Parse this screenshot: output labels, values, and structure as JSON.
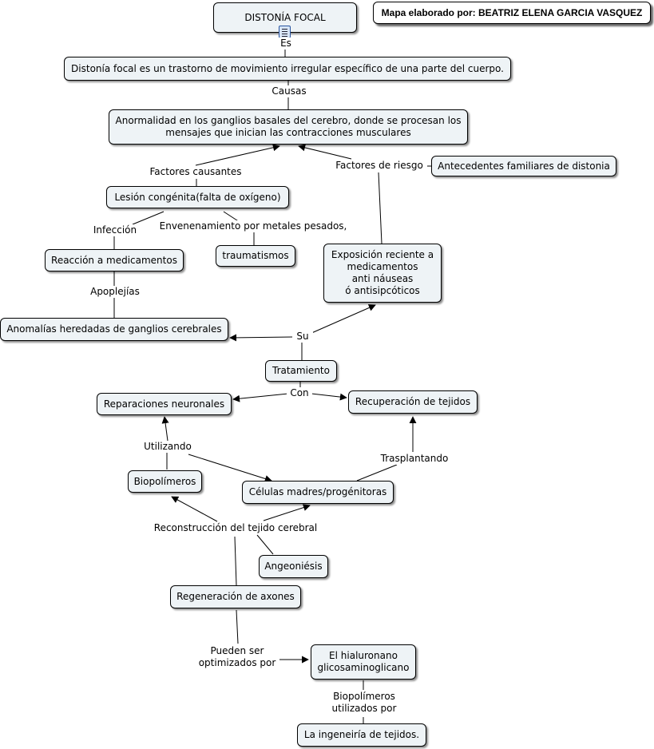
{
  "author": "Mapa elaborado por: BEATRIZ ELENA GARCIA VASQUEZ",
  "icon": "document-icon",
  "concepts": {
    "title": "DISTONÍA FOCAL",
    "definition": "Distonía focal es un trastorno de movimiento irregular específico de una parte del cuerpo.",
    "abnormality": "Anormalidad en los ganglios basales del cerebro, donde se procesan los\nmensajes que inician las contracciones musculares",
    "family_history": "Antecedentes familiares de distonia",
    "congenital": "Lesión congénita(falta de oxígeno)",
    "drug_reaction": "Reacción a medicamentos",
    "trauma": "traumatismos",
    "exposure": "Exposición reciente a\nmedicamentos\nanti náuseas\nó  antisipcóticos",
    "inherited": "Anomalías heredadas de ganglios cerebrales",
    "treatment": "Tratamiento",
    "neural_repair": "Reparaciones neuronales",
    "tissue_recovery": "Recuperación de tejidos",
    "biopolymers": "Biopolímeros",
    "stem_cells": "Células madres/progénitoras",
    "angiogenesis": "Angeoniésis",
    "axon_regen": "Regeneración de axones",
    "hyaluronan": "El hialuronano\nglicosaminoglicano",
    "tissue_eng": "La ingeneiría de tejidos."
  },
  "links": {
    "es": "Es",
    "causas": "Causas",
    "factores_causantes": "Factores causantes",
    "factores_riesgo": "Factores de riesgo",
    "infeccion": "Infección",
    "envenenamiento": "Envenenamiento por metales pesados,",
    "apoplejias": "Apoplejías",
    "su": "Su",
    "con": "Con",
    "utilizando": "Utilizando",
    "trasplantando": "Trasplantando",
    "reconstruccion": "Reconstrucción del tejido cerebral",
    "pueden": "Pueden ser\noptimizados por",
    "biopolimeros_utilizados": "Biopolímeros\nutilizados por"
  }
}
